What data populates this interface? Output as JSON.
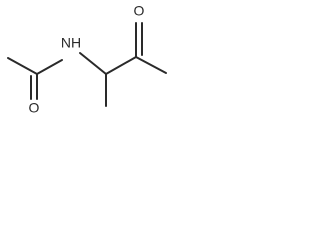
{
  "molecule": {
    "atoms": {
      "oxygen_left": "O",
      "nitrogen": "NH",
      "oxygen_right": "O"
    }
  },
  "colors": {
    "bond": "#2a2a2a",
    "label": "#2a2a2a",
    "background": "#ffffff"
  }
}
